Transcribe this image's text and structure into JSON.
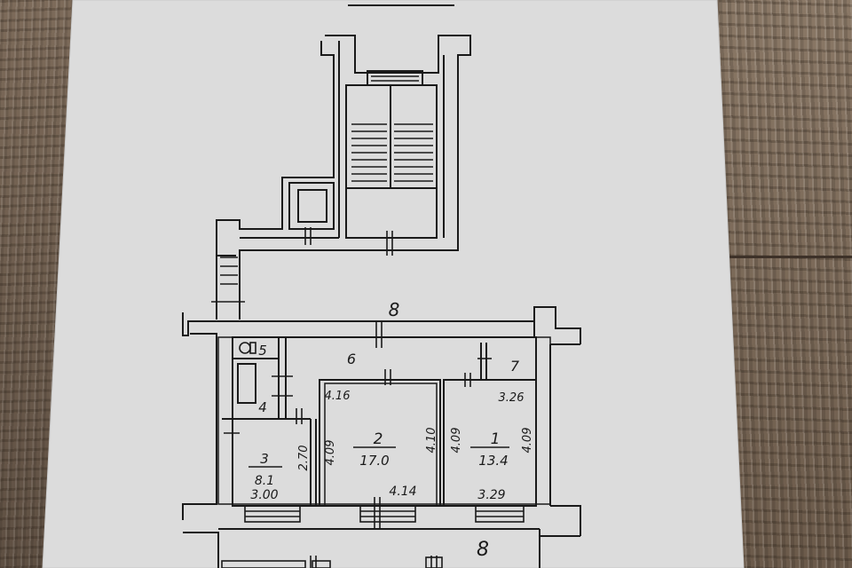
{
  "plan": {
    "corridor_top_label": "8",
    "corridor_bottom_label": "8",
    "rooms": [
      {
        "id": "1",
        "area": "13.4"
      },
      {
        "id": "2",
        "area": "17.0"
      },
      {
        "id": "3",
        "area": "8.1"
      },
      {
        "id": "4"
      },
      {
        "id": "5"
      },
      {
        "id": "6"
      },
      {
        "id": "7"
      }
    ],
    "dimensions": {
      "room2_top": "4.16",
      "room1_top": "3.26",
      "room2_left": "4.09",
      "room2_right": "4.10",
      "room2_bottom": "4.14",
      "room1_left": "4.09",
      "room1_right": "4.09",
      "room1_bottom": "3.29",
      "room3_right": "2.70",
      "room3_bottom": "3.00"
    }
  },
  "colors": {
    "paper": "#dedede",
    "ink": "#1a1a1a",
    "floor": "#6f5f50"
  }
}
